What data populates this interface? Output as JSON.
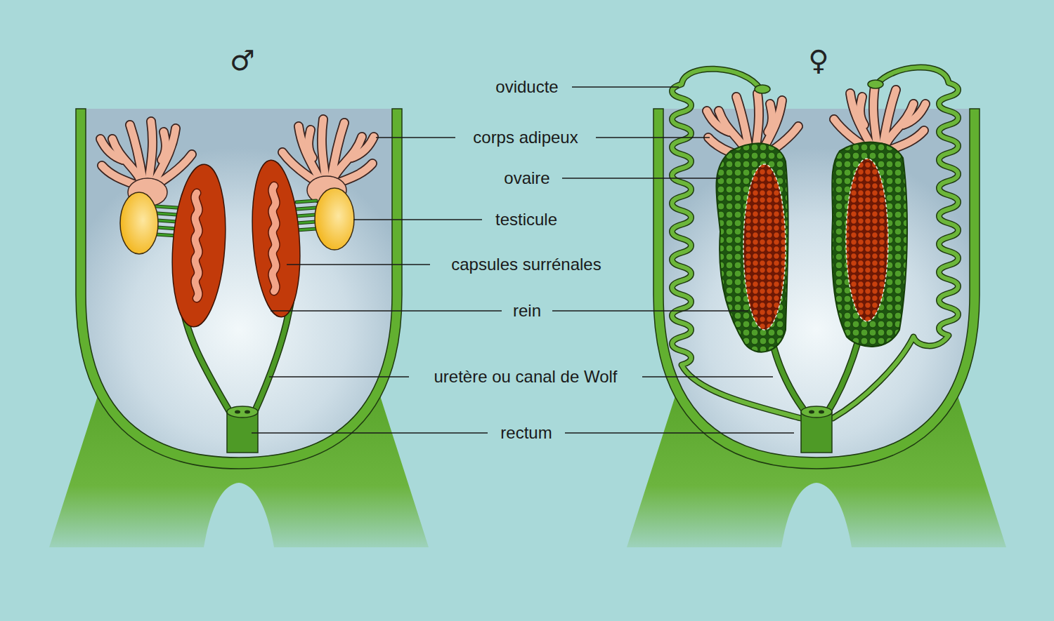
{
  "diagram": {
    "labels": [
      "♂",
      "♀",
      "oviducte",
      "corps adipeux",
      "ovaire",
      "testicule",
      "capsules surrénales",
      "rein",
      "uretère ou canal de Wolf",
      "rectum"
    ]
  }
}
